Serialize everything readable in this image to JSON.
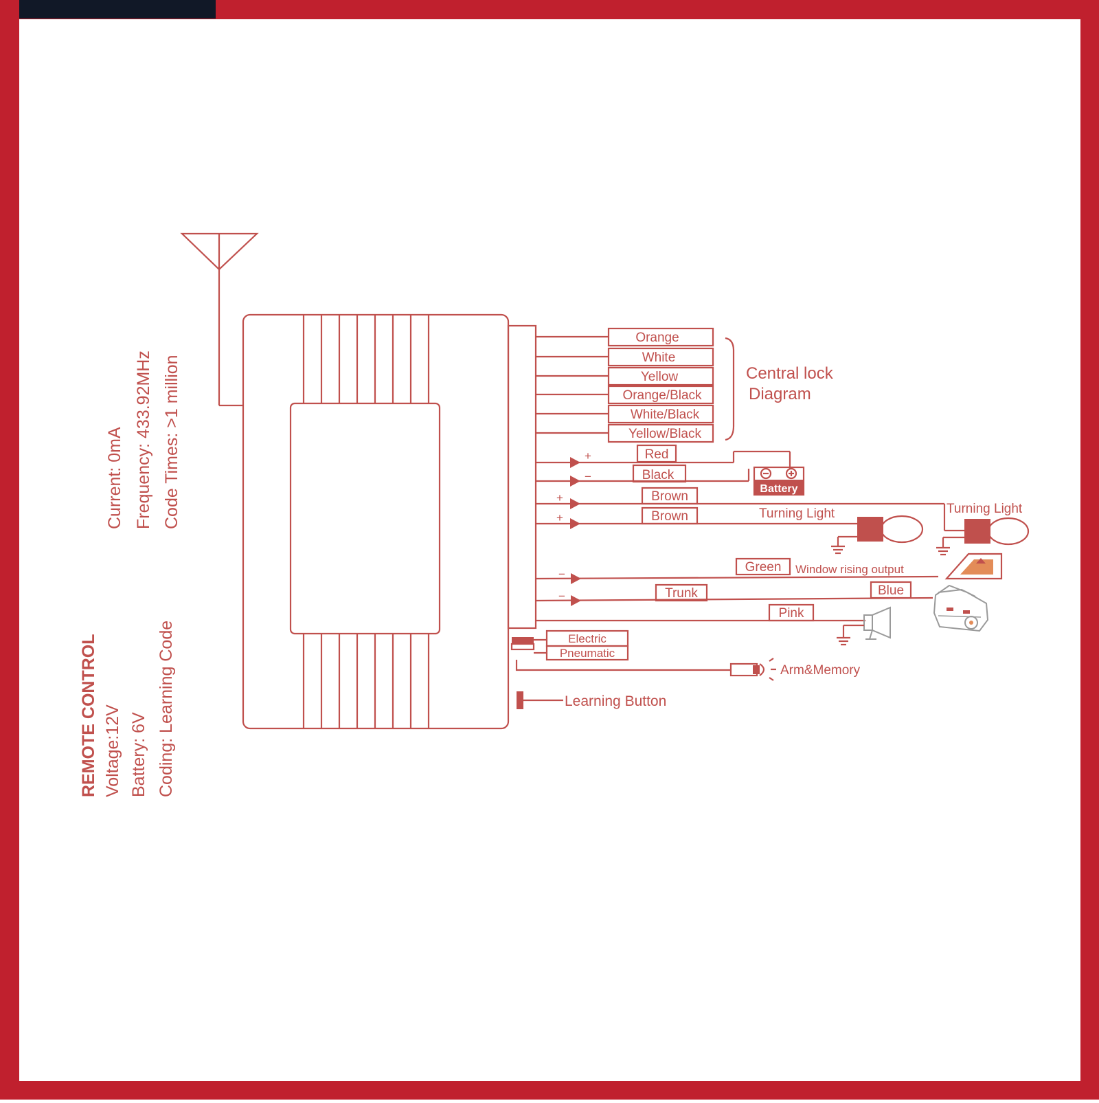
{
  "colors": {
    "frame": "#c0202e",
    "frame_corner": "#111827",
    "ink": "#c0504d",
    "background": "#ffffff"
  },
  "specs": {
    "title": "REMOTE CONTROL",
    "voltage": "Voltage:12V",
    "battery": "Battery: 6V",
    "coding": "Coding: Learning Code",
    "current": "Current: 0mA",
    "frequency": "Frequency: 433.92MHz",
    "code_times": "Code Times: >1 million"
  },
  "central_lock": {
    "wires": [
      "Orange",
      "White",
      "Yellow",
      "Orange/Black",
      "White/Black",
      "Yellow/Black"
    ],
    "label_line1": "Central lock",
    "label_line2": "Diagram"
  },
  "power": {
    "red": "Red",
    "black": "Black",
    "plus": "+",
    "minus": "−",
    "battery_label": "Battery"
  },
  "turning_lights": {
    "wire1": "Brown",
    "wire2": "Brown",
    "label_left": "Turning Light",
    "label_right": "Turning Light",
    "plus": "+"
  },
  "outputs": {
    "green": "Green",
    "window_label": "Window rising output",
    "trunk": "Trunk",
    "blue": "Blue",
    "pink": "Pink",
    "minus": "−"
  },
  "lock_type": {
    "electric": "Electric",
    "pneumatic": "Pneumatic"
  },
  "led_label": "Arm&Memory",
  "learning_button": "Learning Button"
}
